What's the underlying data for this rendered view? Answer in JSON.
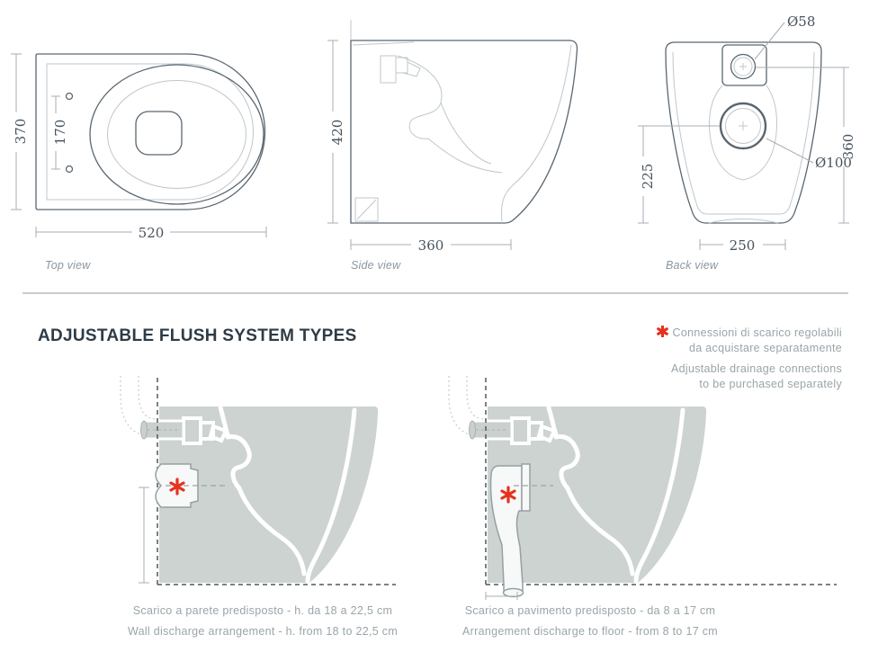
{
  "colors": {
    "accent_red": "#e5321e",
    "silhouette_gray": "#ccd3d1",
    "outline_gray": "#5a6670",
    "dimension_text": "#46535e",
    "muted_text": "#9aa4a9",
    "heading_text": "#2e3b47"
  },
  "views": {
    "top": {
      "label": "Top view",
      "dim_width": "370",
      "dim_holes": "170",
      "dim_length": "520"
    },
    "side": {
      "label": "Side view",
      "dim_height": "420",
      "dim_depth": "360"
    },
    "back": {
      "label": "Back view",
      "dim_inlet": "Ø58",
      "dim_outlet": "Ø100",
      "dim_height": "360",
      "dim_outlet_height": "225",
      "dim_base": "250"
    }
  },
  "flush_section": {
    "title": "ADJUSTABLE FLUSH SYSTEM TYPES",
    "note": {
      "it_line1": "Connessioni di scarico regolabili",
      "it_line2": "da acquistare separatamente",
      "en_line1": "Adjustable drainage connections",
      "en_line2": "to be purchased separately"
    },
    "icons": {
      "adjustable_connection_marker": "asterisk"
    },
    "wall_diagram": {
      "caption_it": "Scarico a parete predisposto - h. da 18 a 22,5 cm",
      "caption_en": "Wall discharge arrangement - h. from 18 to 22,5 cm"
    },
    "floor_diagram": {
      "caption_it": "Scarico a pavimento predisposto - da 8 a 17 cm",
      "caption_en": "Arrangement discharge to floor - from 8 to 17 cm"
    }
  }
}
